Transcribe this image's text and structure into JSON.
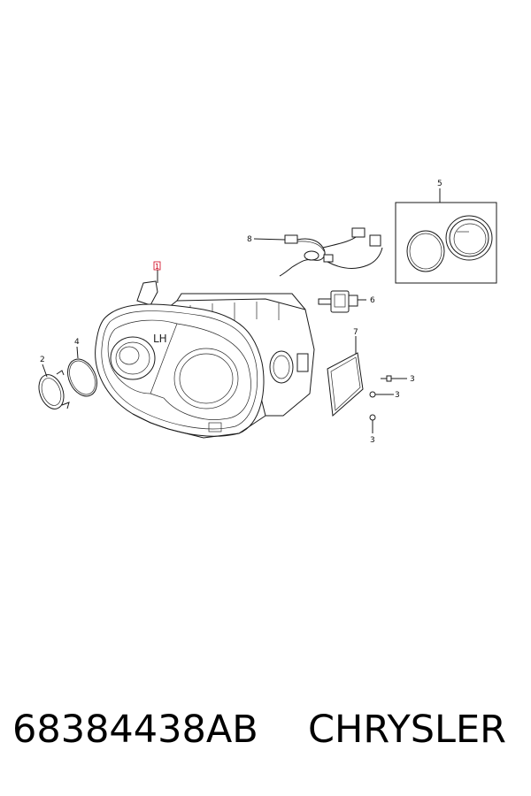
{
  "diagram": {
    "callouts": {
      "c1": "1",
      "c2": "2",
      "c3a": "3",
      "c3b": "3",
      "c3c": "3",
      "c4": "4",
      "c5": "5",
      "c6": "6",
      "c7": "7",
      "c8": "8"
    },
    "lamp_marking": "LH"
  },
  "footer": {
    "part_number": "68384438AB",
    "brand": "CHRYSLER"
  },
  "colors": {
    "line": "#1a1a1a",
    "highlight_callout": "#d0021b",
    "background": "#ffffff"
  }
}
